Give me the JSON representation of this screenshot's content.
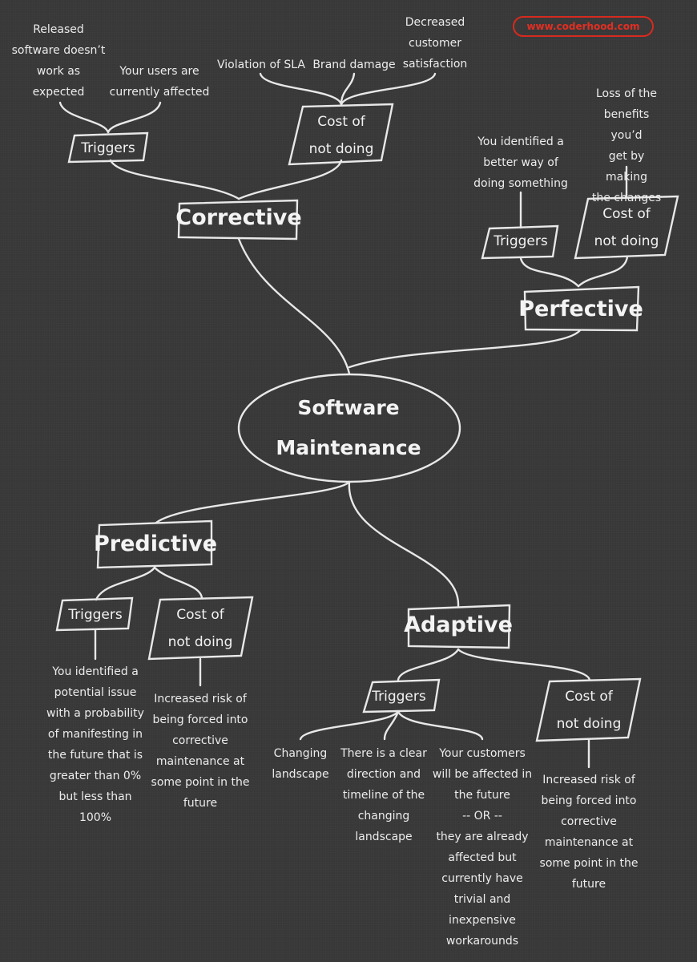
{
  "brand": {
    "url": "www.coderhood.com",
    "color": "#d72a1e"
  },
  "center": {
    "label": "Software\nMaintenance"
  },
  "corrective": {
    "label": "Corrective",
    "triggers_label": "Triggers",
    "cost_label": "Cost of\nnot doing",
    "triggers": [
      "Released\nsoftware doesn’t\nwork as\nexpected",
      "Your users are\ncurrently affected"
    ],
    "costs": [
      "Violation of SLA",
      "Brand damage",
      "Decreased\ncustomer\nsatisfaction"
    ]
  },
  "perfective": {
    "label": "Perfective",
    "triggers_label": "Triggers",
    "cost_label": "Cost of\nnot doing",
    "trigger": "You identified a\nbetter way of\ndoing something",
    "cost": "Loss of the\nbenefits you’d\nget by making\nthe changes"
  },
  "predictive": {
    "label": "Predictive",
    "triggers_label": "Triggers",
    "cost_label": "Cost of\nnot doing",
    "trigger": "You identified a\npotential issue\nwith a probability\nof manifesting in\nthe future that is\ngreater than 0%\nbut less than\n100%",
    "cost": "Increased risk of\nbeing forced into\ncorrective\nmaintenance at\nsome point in the\nfuture"
  },
  "adaptive": {
    "label": "Adaptive",
    "triggers_label": "Triggers",
    "cost_label": "Cost of\nnot doing",
    "triggers": [
      "Changing\nlandscape",
      "There is a clear\ndirection and\ntimeline of the\nchanging\nlandscape",
      "Your customers\nwill be affected in\nthe future\n-- OR --\nthey are already\naffected but\ncurrently have\ntrivial and\ninexpensive\nworkarounds"
    ],
    "cost": "Increased risk of\nbeing forced into\ncorrective\nmaintenance at\nsome point in the\nfuture"
  }
}
